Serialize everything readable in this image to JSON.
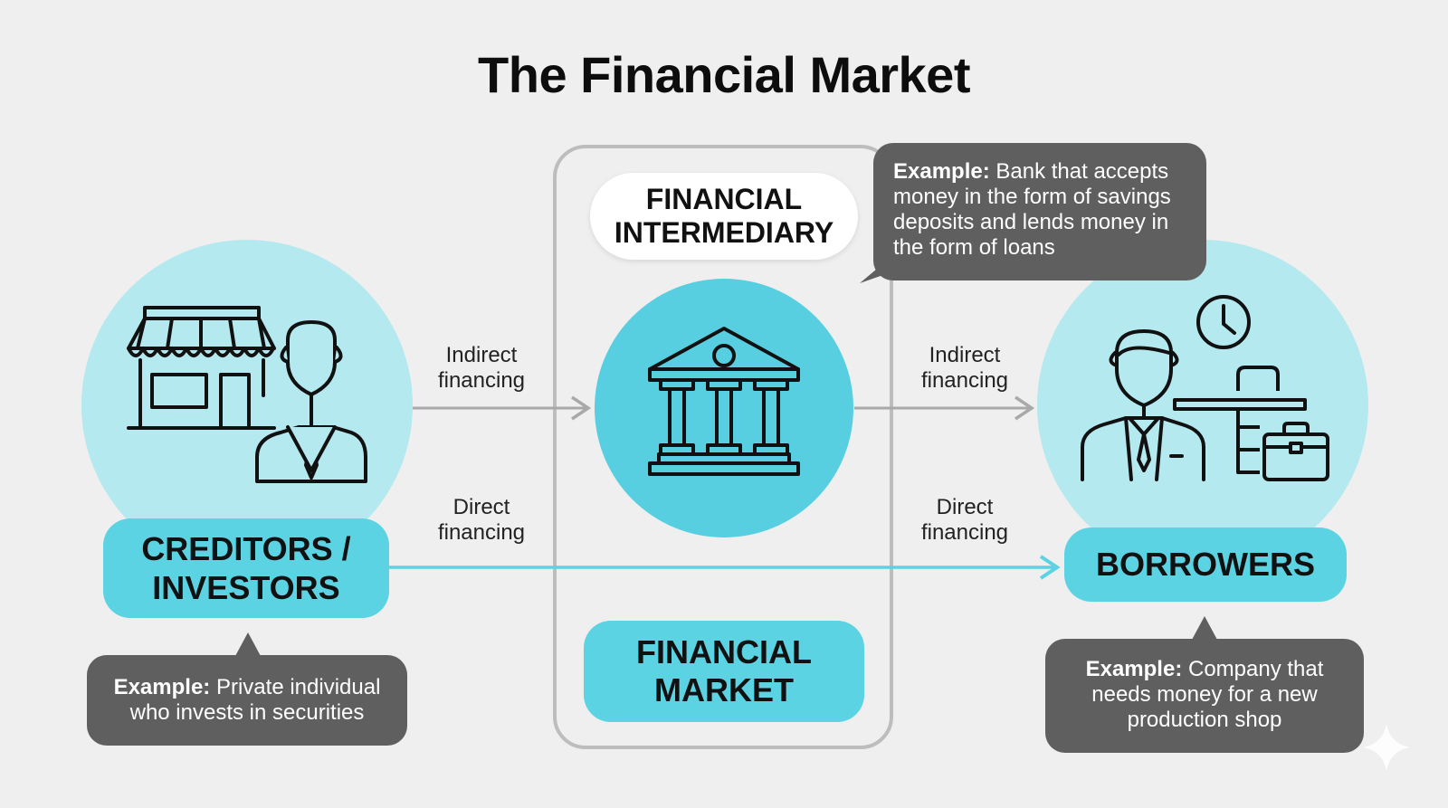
{
  "title": "The Financial Market",
  "creditors": {
    "label_line1": "CREDITORS /",
    "label_line2": "INVESTORS",
    "example_prefix": "Example:",
    "example_text": "Private individual who invests in securities"
  },
  "intermediary": {
    "label_line1": "FINANCIAL",
    "label_line2": "INTERMEDIARY",
    "example_prefix": "Example:",
    "example_text": "Bank that accepts money in the form of savings deposits and lends money in the form of loans"
  },
  "market": {
    "label_line1": "FINANCIAL",
    "label_line2": "MARKET"
  },
  "borrowers": {
    "label": "BORROWERS",
    "example_prefix": "Example:",
    "example_text": "Company that needs money for a new production shop"
  },
  "arrows": {
    "indirect_left": {
      "line1": "Indirect",
      "line2": "financing"
    },
    "indirect_right": {
      "line1": "Indirect",
      "line2": "financing"
    },
    "direct_left": {
      "line1": "Direct",
      "line2": "financing"
    },
    "direct_right": {
      "line1": "Direct",
      "line2": "financing"
    }
  },
  "icons": {
    "creditors": [
      "shop-icon",
      "businessman-icon"
    ],
    "intermediary": [
      "bank-building-icon"
    ],
    "borrowers": [
      "businessman-icon",
      "clock-icon",
      "desk-icon",
      "briefcase-icon"
    ]
  },
  "colors": {
    "background": "#efefef",
    "circle_light": "#b3e9ef",
    "circle_strong": "#58cfe0",
    "pill_cyan": "#5bd3e3",
    "callout": "#5f5f5f",
    "arrow_gray": "#a9a9a9",
    "arrow_cyan": "#5bd3e3"
  }
}
